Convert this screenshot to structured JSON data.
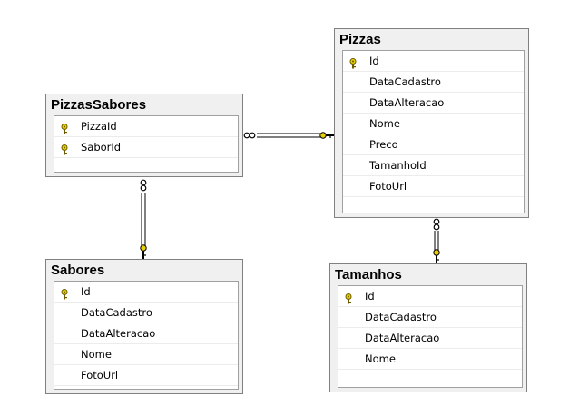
{
  "tables": {
    "pizzas": {
      "title": "Pizzas",
      "columns": [
        {
          "name": "Id",
          "key": true
        },
        {
          "name": "DataCadastro",
          "key": false
        },
        {
          "name": "DataAlteracao",
          "key": false
        },
        {
          "name": "Nome",
          "key": false
        },
        {
          "name": "Preco",
          "key": false
        },
        {
          "name": "TamanhoId",
          "key": false
        },
        {
          "name": "FotoUrl",
          "key": false
        }
      ]
    },
    "pizzassabores": {
      "title": "PizzasSabores",
      "columns": [
        {
          "name": "PizzaId",
          "key": true
        },
        {
          "name": "SaborId",
          "key": true
        }
      ]
    },
    "sabores": {
      "title": "Sabores",
      "columns": [
        {
          "name": "Id",
          "key": true
        },
        {
          "name": "DataCadastro",
          "key": false
        },
        {
          "name": "DataAlteracao",
          "key": false
        },
        {
          "name": "Nome",
          "key": false
        },
        {
          "name": "FotoUrl",
          "key": false
        }
      ]
    },
    "tamanhos": {
      "title": "Tamanhos",
      "columns": [
        {
          "name": "Id",
          "key": true
        },
        {
          "name": "DataCadastro",
          "key": false
        },
        {
          "name": "DataAlteracao",
          "key": false
        },
        {
          "name": "Nome",
          "key": false
        }
      ]
    }
  },
  "relationships": [
    {
      "from": "pizzassabores",
      "to": "pizzas",
      "many_side": "pizzassabores",
      "one_side": "pizzas"
    },
    {
      "from": "pizzassabores",
      "to": "sabores",
      "many_side": "pizzassabores",
      "one_side": "sabores"
    },
    {
      "from": "pizzas",
      "to": "tamanhos",
      "many_side": "pizzas",
      "one_side": "tamanhos"
    }
  ],
  "colors": {
    "key_icon": "#e8d000",
    "connector": "#000000",
    "table_bg": "#f0f0f0",
    "table_border": "#808080"
  }
}
